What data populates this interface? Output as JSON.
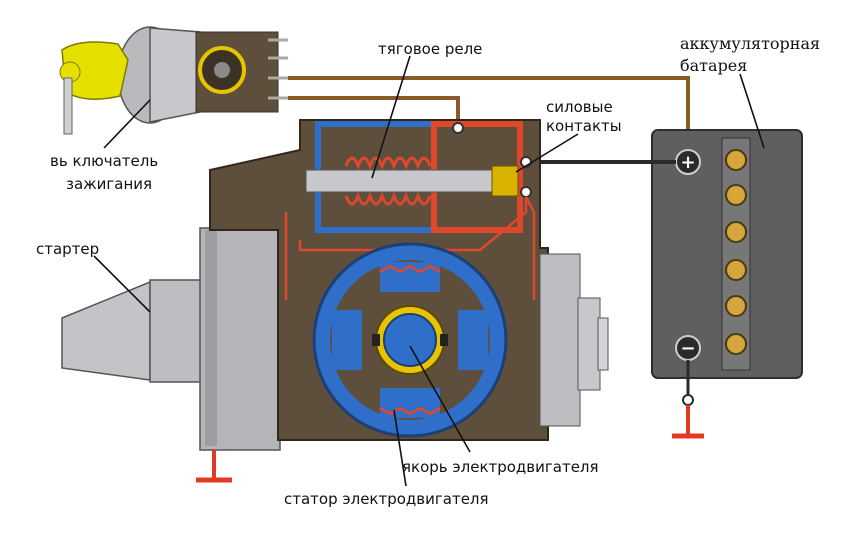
{
  "labels": {
    "relay": "тяговое реле",
    "contacts_line1": "силовые",
    "contacts_line2": "контакты",
    "battery_line1": "аккумуляторная",
    "battery_line2": "батарея",
    "switch_line1": "вь ключатель",
    "switch_line2": "зажигания",
    "starter": "стартер",
    "armature": "якорь электродвигателя",
    "stator": "статор электродвигателя"
  },
  "battery": {
    "plus": "+",
    "minus": "−"
  },
  "colors": {
    "housing": "#5d4f3c",
    "housing_dark": "#4a3f30",
    "metal": "#c8c8cc",
    "wire_brown": "#8b5a2b",
    "wire_red": "#e0482c",
    "blue": "#2f6ec9",
    "battery": "#5f5f5f",
    "ground": "#e03a22",
    "key": "#e6e000"
  }
}
